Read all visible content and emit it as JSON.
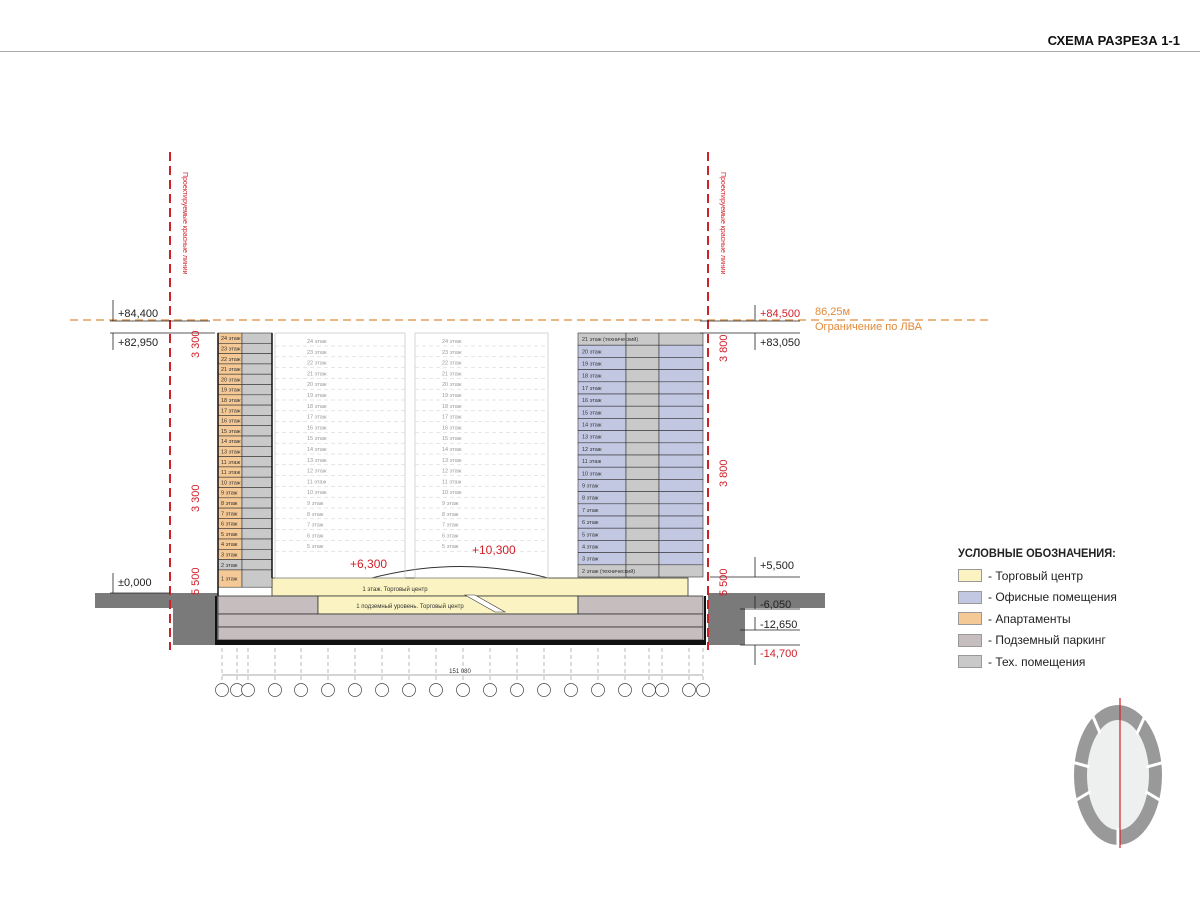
{
  "title": "СХЕМА РАЗРЕЗА 1-1",
  "red_line_label": "Проектируемые красные линии",
  "elevations_left": [
    "+84,400",
    "+82,950",
    "±0,000"
  ],
  "elevations_right": [
    "+84,500",
    "+83,050",
    "+5,500",
    "-6,050",
    "-12,650",
    "-14,700"
  ],
  "height_limit": {
    "value": "86,25м",
    "label": "Ограничение по ЛВА"
  },
  "dims_left": [
    "3 300",
    "3 300",
    "5 500"
  ],
  "dims_right": [
    "3 800",
    "3 800",
    "5 500"
  ],
  "marks": {
    "roof": "+6,300",
    "dome": "+10,300"
  },
  "left_tower_floors": [
    "24 этаж",
    "23 этаж",
    "22 этаж",
    "21 этаж",
    "20 этаж",
    "19 этаж",
    "18 этаж",
    "17 этаж",
    "16 этаж",
    "15 этаж",
    "14 этаж",
    "13 этаж",
    "11 этаж",
    "11 этаж",
    "10 этаж",
    "9 этаж",
    "8 этаж",
    "7 этаж",
    "6 этаж",
    "5 этаж",
    "4 этаж",
    "3 этаж",
    "2 этаж",
    "1 этаж"
  ],
  "ghost_floors": [
    "24 этаж",
    "23 этаж",
    "22 этаж",
    "21 этаж",
    "20 этаж",
    "19 этаж",
    "18 этаж",
    "17 этаж",
    "16 этаж",
    "15 этаж",
    "14 этаж",
    "13 этаж",
    "12 этаж",
    "11 этаж",
    "10 этаж",
    "9 этаж",
    "8 этаж",
    "7 этаж",
    "6 этаж",
    "5 этаж"
  ],
  "right_tower_floors": [
    "21 этаж (технический)",
    "20 этаж",
    "19 этаж",
    "18 этаж",
    "17 этаж",
    "16 этаж",
    "15 этаж",
    "14 этаж",
    "13 этаж",
    "12 этаж",
    "11 этаж",
    "10 этаж",
    "9 этаж",
    "8 этаж",
    "7 этаж",
    "6 этаж",
    "5 этаж",
    "4 этаж",
    "3 этаж",
    "2 этаж (технический)"
  ],
  "podium": {
    "ground": "1 этаж. Торговый центр",
    "underground": "1 подземный уровень. Торговый центр"
  },
  "overall_dim": "151 080",
  "legend": {
    "title": "УСЛОВНЫЕ ОБОЗНАЧЕНИЯ:",
    "items": [
      {
        "label": "- Торговый центр",
        "color": "#fbf4c2"
      },
      {
        "label": "- Офисные помещения",
        "color": "#c3c8e2"
      },
      {
        "label": "- Апартаменты",
        "color": "#f5c996"
      },
      {
        "label": " - Подземный паркинг",
        "color": "#c6bdbe"
      },
      {
        "label": "- Тех. помещения",
        "color": "#c9c9c9"
      }
    ]
  },
  "colors": {
    "red": "#d0202a",
    "orange": "#e08a3c",
    "ground": "#7a7a7a"
  }
}
